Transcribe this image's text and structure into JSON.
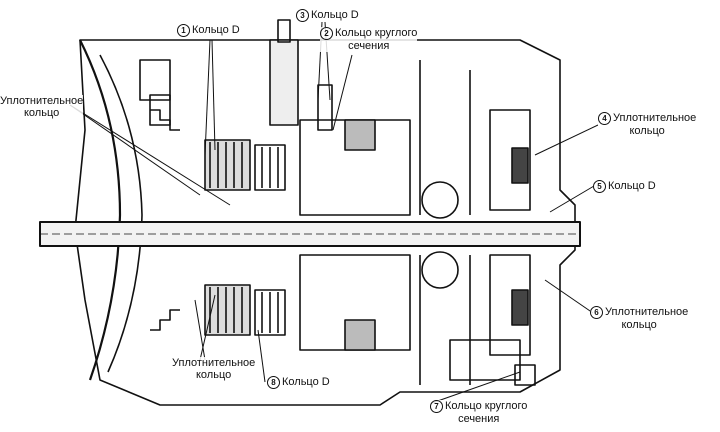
{
  "labels": {
    "n1": "1",
    "ring1": "Кольцо D",
    "n3": "3",
    "ring3": "Кольцо D",
    "n2": "2",
    "ring2_l1": "Кольцо круглого",
    "ring2_l2": "сечения",
    "seal_left_l1": "Уплотнительное",
    "seal_left_l2": "кольцо",
    "n4": "4",
    "seal4_l1": "Уплотнительное",
    "seal4_l2": "кольцо",
    "n5": "5",
    "ring5": "Кольцо D",
    "n6": "6",
    "seal6_l1": "Уплотнительное",
    "seal6_l2": "кольцо",
    "seal_bottom_l1": "Уплотнительное",
    "seal_bottom_l2": "кольцо",
    "n8": "8",
    "ring8": "Кольцо D",
    "n7": "7",
    "ring7_l1": "Кольцо круглого",
    "ring7_l2": "сечения"
  },
  "colors": {
    "ink": "#111111",
    "paper": "#ffffff"
  }
}
